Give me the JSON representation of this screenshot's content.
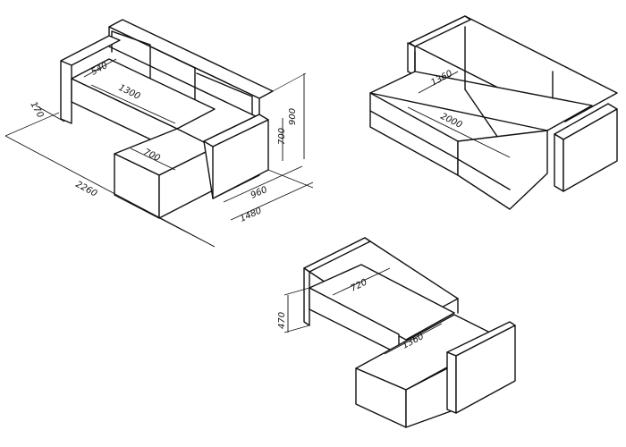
{
  "diagram": {
    "ink_color": "#111111",
    "paper_color": "#ffffff",
    "views": [
      {
        "id": "corner-sofa",
        "dimensions": [
          "540",
          "1300",
          "170",
          "2260",
          "700",
          "700",
          "900",
          "960",
          "1480"
        ]
      },
      {
        "id": "unfolded-bed",
        "dimensions": [
          "1360",
          "2000"
        ]
      },
      {
        "id": "corner-sofa-back",
        "dimensions": [
          "720",
          "470",
          "1360"
        ]
      }
    ]
  }
}
